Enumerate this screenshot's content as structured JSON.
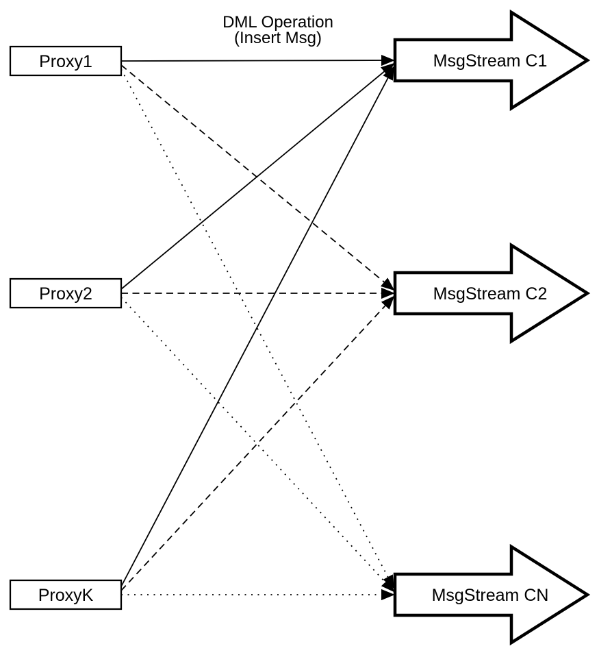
{
  "diagram": {
    "title_label": {
      "line1": "DML Operation",
      "line2": "(Insert Msg)"
    },
    "proxies": [
      {
        "id": "proxy1",
        "label": "Proxy1"
      },
      {
        "id": "proxy2",
        "label": "Proxy2"
      },
      {
        "id": "proxyk",
        "label": "ProxyK"
      }
    ],
    "streams": [
      {
        "id": "c1",
        "label": "MsgStream C1"
      },
      {
        "id": "c2",
        "label": "MsgStream C2"
      },
      {
        "id": "cn",
        "label": "MsgStream CN"
      }
    ],
    "edges": [
      {
        "from": "proxy1",
        "to": "c1",
        "style": "solid"
      },
      {
        "from": "proxy1",
        "to": "c2",
        "style": "dashed"
      },
      {
        "from": "proxy1",
        "to": "cn",
        "style": "dotted"
      },
      {
        "from": "proxy2",
        "to": "c1",
        "style": "solid"
      },
      {
        "from": "proxy2",
        "to": "c2",
        "style": "dashed"
      },
      {
        "from": "proxy2",
        "to": "cn",
        "style": "dotted"
      },
      {
        "from": "proxyk",
        "to": "c1",
        "style": "solid"
      },
      {
        "from": "proxyk",
        "to": "c2",
        "style": "dashed"
      },
      {
        "from": "proxyk",
        "to": "cn",
        "style": "dotted"
      }
    ],
    "colors": {
      "stroke": "#000000",
      "fill": "#ffffff",
      "background": "#ffffff"
    }
  }
}
